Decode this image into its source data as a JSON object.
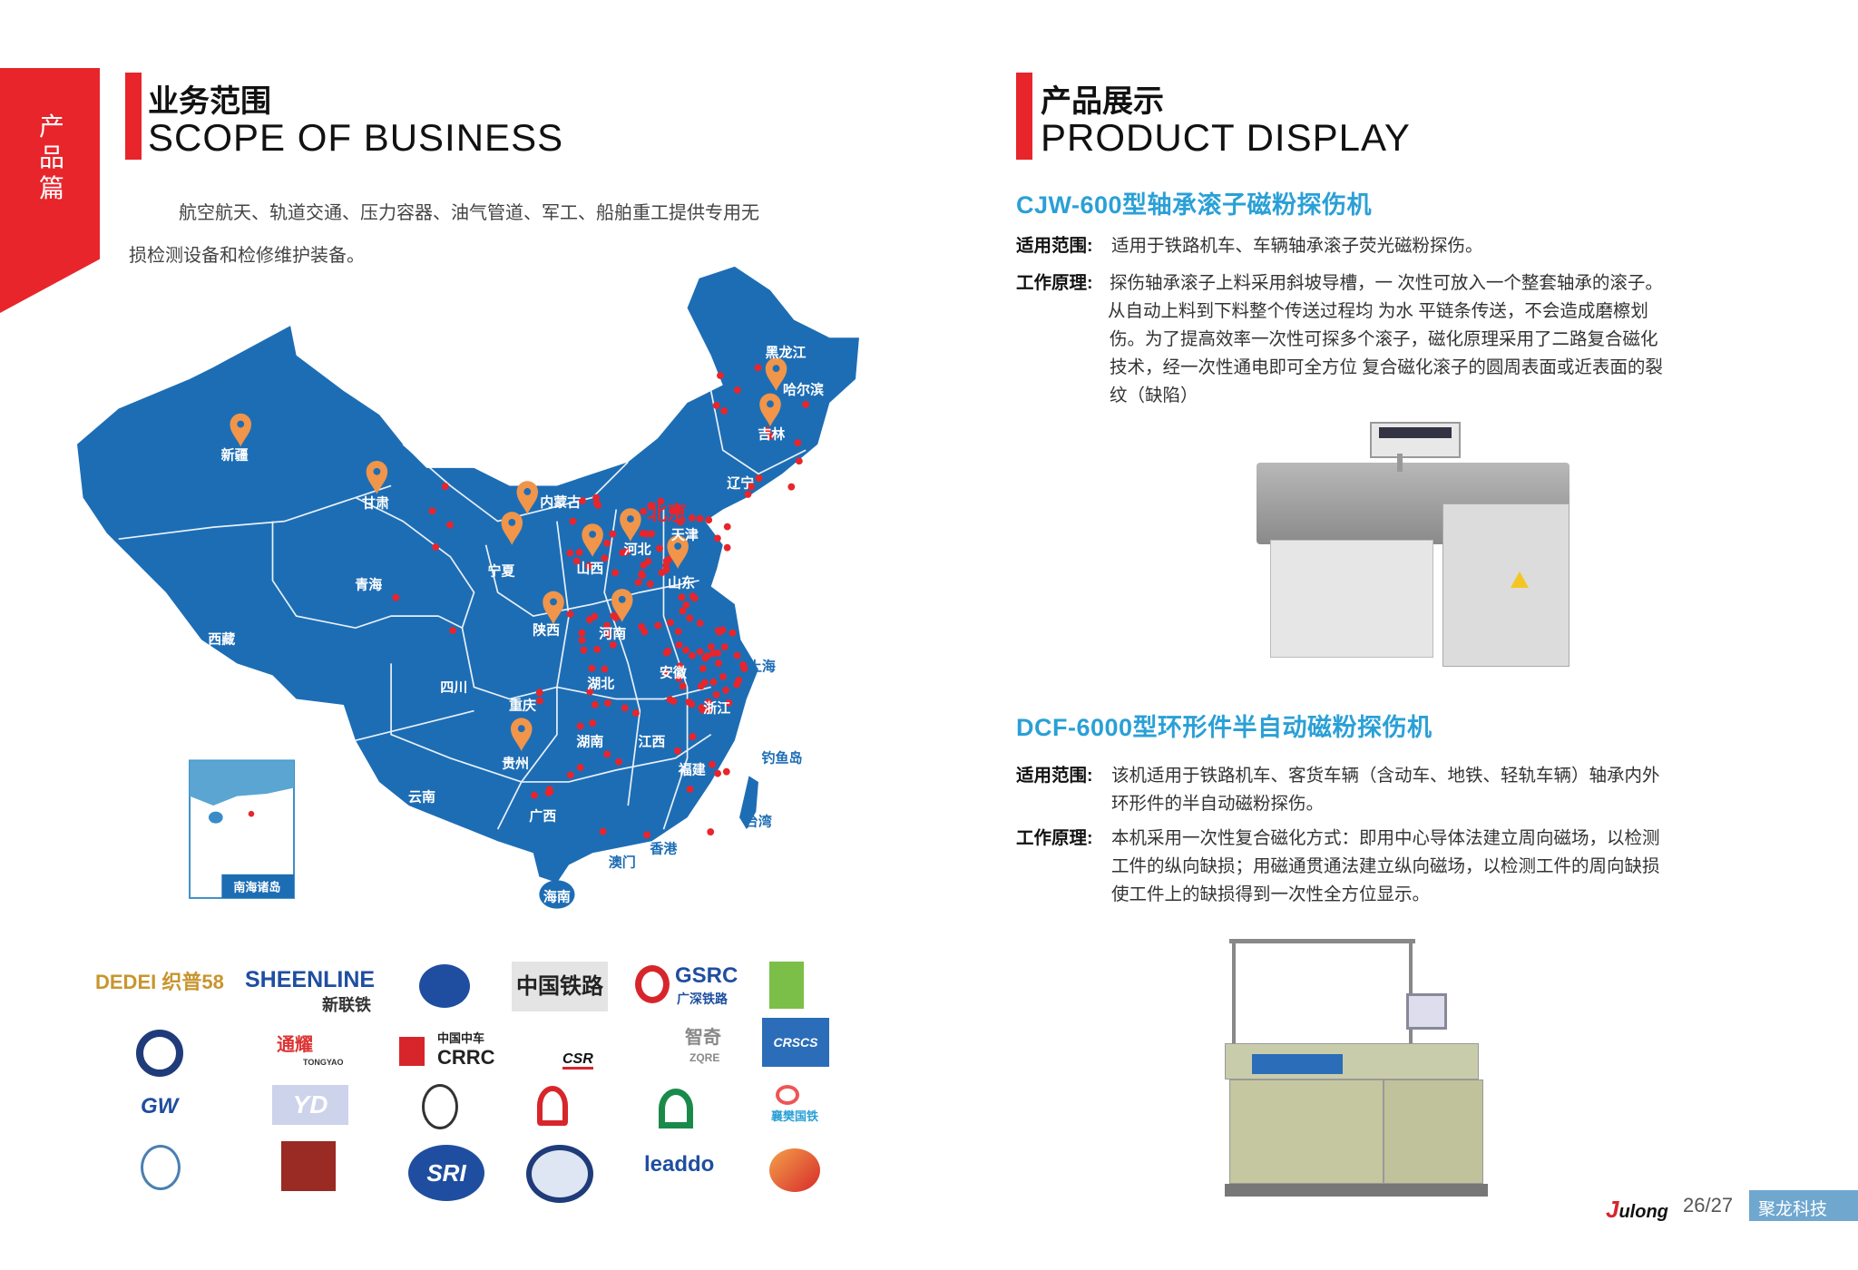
{
  "side_tab": {
    "label": "产品篇"
  },
  "left": {
    "title_cn": "业务范围",
    "title_en": "SCOPE OF BUSINESS",
    "intro_line1": "航空航天、轨道交通、压力容器、油气管道、军工、船舶重工提供专用无",
    "intro_line2": "损检测设备和检修维护装备。",
    "map": {
      "provinces": [
        "新疆",
        "甘肃",
        "内蒙古",
        "宁夏",
        "青海",
        "西藏",
        "四川",
        "重庆",
        "贵州",
        "云南",
        "广西",
        "湖南",
        "湖北",
        "江西",
        "福建",
        "浙江",
        "安徽",
        "河南",
        "陕西",
        "山西",
        "河北",
        "山东",
        "天津",
        "辽宁",
        "吉林",
        "黑龙江",
        "哈尔滨",
        "海南"
      ],
      "capital": "北京",
      "outer_labels": [
        "上海",
        "钓鱼岛",
        "台湾",
        "香港",
        "澳门"
      ],
      "inset_label": "南海诸岛"
    },
    "logos": [
      "DEDEI 织普58",
      "SHEENLINE",
      "新联铁",
      "中国铁路",
      "GSRC",
      "广深铁路",
      "通耀",
      "TONGYAO",
      "中国中车",
      "CRRC",
      "CSR",
      "智奇",
      "ZQRE",
      "CRSCS",
      "YD",
      "SRI",
      "leaddo",
      "襄樊国铁",
      "GW"
    ]
  },
  "right": {
    "title_cn": "产品展示",
    "title_en": "PRODUCT DISPLAY",
    "products": [
      {
        "name": "CJW-600型轴承滚子磁粉探伤机",
        "scope_label": "适用范围:",
        "scope": [
          "适用于铁路机车、车辆轴承滚子荧光磁粉探伤。"
        ],
        "principle_label": "工作原理:",
        "principle": [
          "探伤轴承滚子上料采用斜坡导槽，一 次性可放入一个整套轴承的滚子。",
          "从自动上料到下料整个传送过程均 为水 平链条传送，不会造成磨檫划",
          "伤。为了提高效率一次性可探多个滚子，磁化原理采用了二路复合磁化",
          "技术，经一次性通电即可全方位 复合磁化滚子的圆周表面或近表面的裂",
          "纹（缺陷）"
        ]
      },
      {
        "name": "DCF-6000型环形件半自动磁粉探伤机",
        "scope_label": "适用范围:",
        "scope": [
          "该机适用于铁路机车、客货车辆（含动车、地铁、轻轨车辆）轴承内外",
          "环形件的半自动磁粉探伤。"
        ],
        "principle_label": "工作原理:",
        "principle": [
          "本机采用一次性复合磁化方式：即用中心导体法建立周向磁场，以检测",
          "工件的纵向缺损；用磁通贯通法建立纵向磁场，以检测工件的周向缺损",
          "使工件上的缺损得到一次性全方位显示。"
        ]
      }
    ]
  },
  "footer": {
    "brand": "Julong",
    "page": "26/27",
    "company": "聚龙科技"
  },
  "colors": {
    "red": "#e8252b",
    "map_blue": "#1d6db5",
    "title_blue": "#2aa0d6",
    "pin": "#f0954a"
  }
}
